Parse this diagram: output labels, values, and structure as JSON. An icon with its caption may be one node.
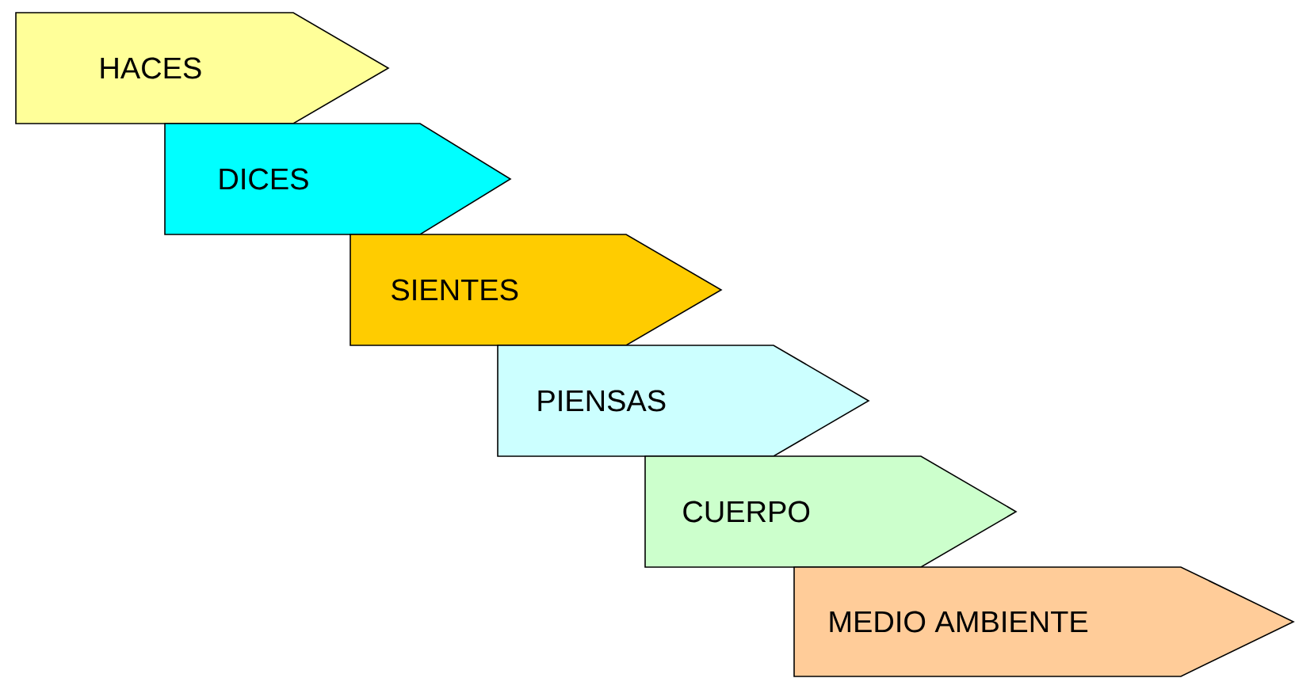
{
  "diagram": {
    "nodes": [
      {
        "text": [
          "HACES"
        ]
      },
      {
        "text": [
          "DICES"
        ]
      },
      {
        "text": [
          "SIENTES"
        ]
      },
      {
        "text": [
          "PIENSAS"
        ]
      },
      {
        "text": [
          "CUERPO"
        ]
      },
      {
        "text": [
          "MEDIO AMBIENTE"
        ]
      }
    ]
  }
}
